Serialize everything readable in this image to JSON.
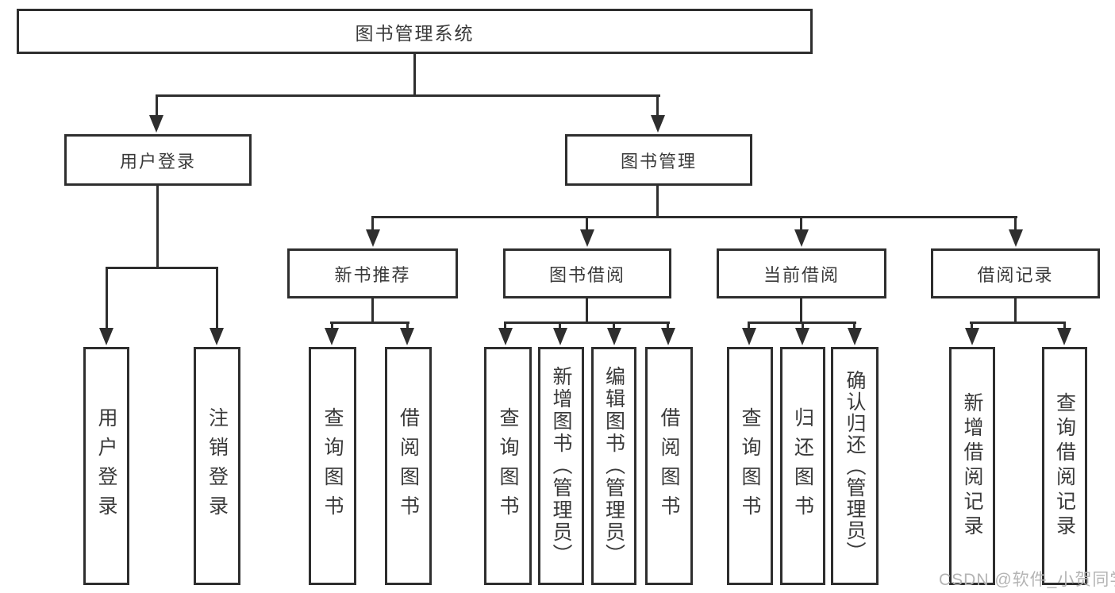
{
  "diagram": {
    "root": {
      "label": "图书管理系统"
    },
    "level2": [
      {
        "label": "用户登录"
      },
      {
        "label": "图书管理"
      }
    ],
    "level3": [
      {
        "label": "新书推荐"
      },
      {
        "label": "图书借阅"
      },
      {
        "label": "当前借阅"
      },
      {
        "label": "借阅记录"
      }
    ],
    "leaves": {
      "user_login": [
        {
          "label": "用户登录"
        },
        {
          "label": "注销登录"
        }
      ],
      "new_book": [
        {
          "label": "查询图书"
        },
        {
          "label": "借阅图书"
        }
      ],
      "book_borrow": [
        {
          "label": "查询图书"
        },
        {
          "label": "新增图书（管理员）"
        },
        {
          "label": "编辑图书（管理员）"
        },
        {
          "label": "借阅图书"
        }
      ],
      "current_borrow": [
        {
          "label": "查询图书"
        },
        {
          "label": "归还图书"
        },
        {
          "label": "确认归还（管理员）"
        }
      ],
      "borrow_record": [
        {
          "label": "新增借阅记录"
        },
        {
          "label": "查询借阅记录"
        }
      ]
    }
  },
  "watermark": {
    "text": "CSDN @软件_小贺同学"
  },
  "colors": {
    "line": "#2e2e2e",
    "text": "#3a3a3a",
    "watermark": "#b4b4b4",
    "background": "#ffffff"
  }
}
